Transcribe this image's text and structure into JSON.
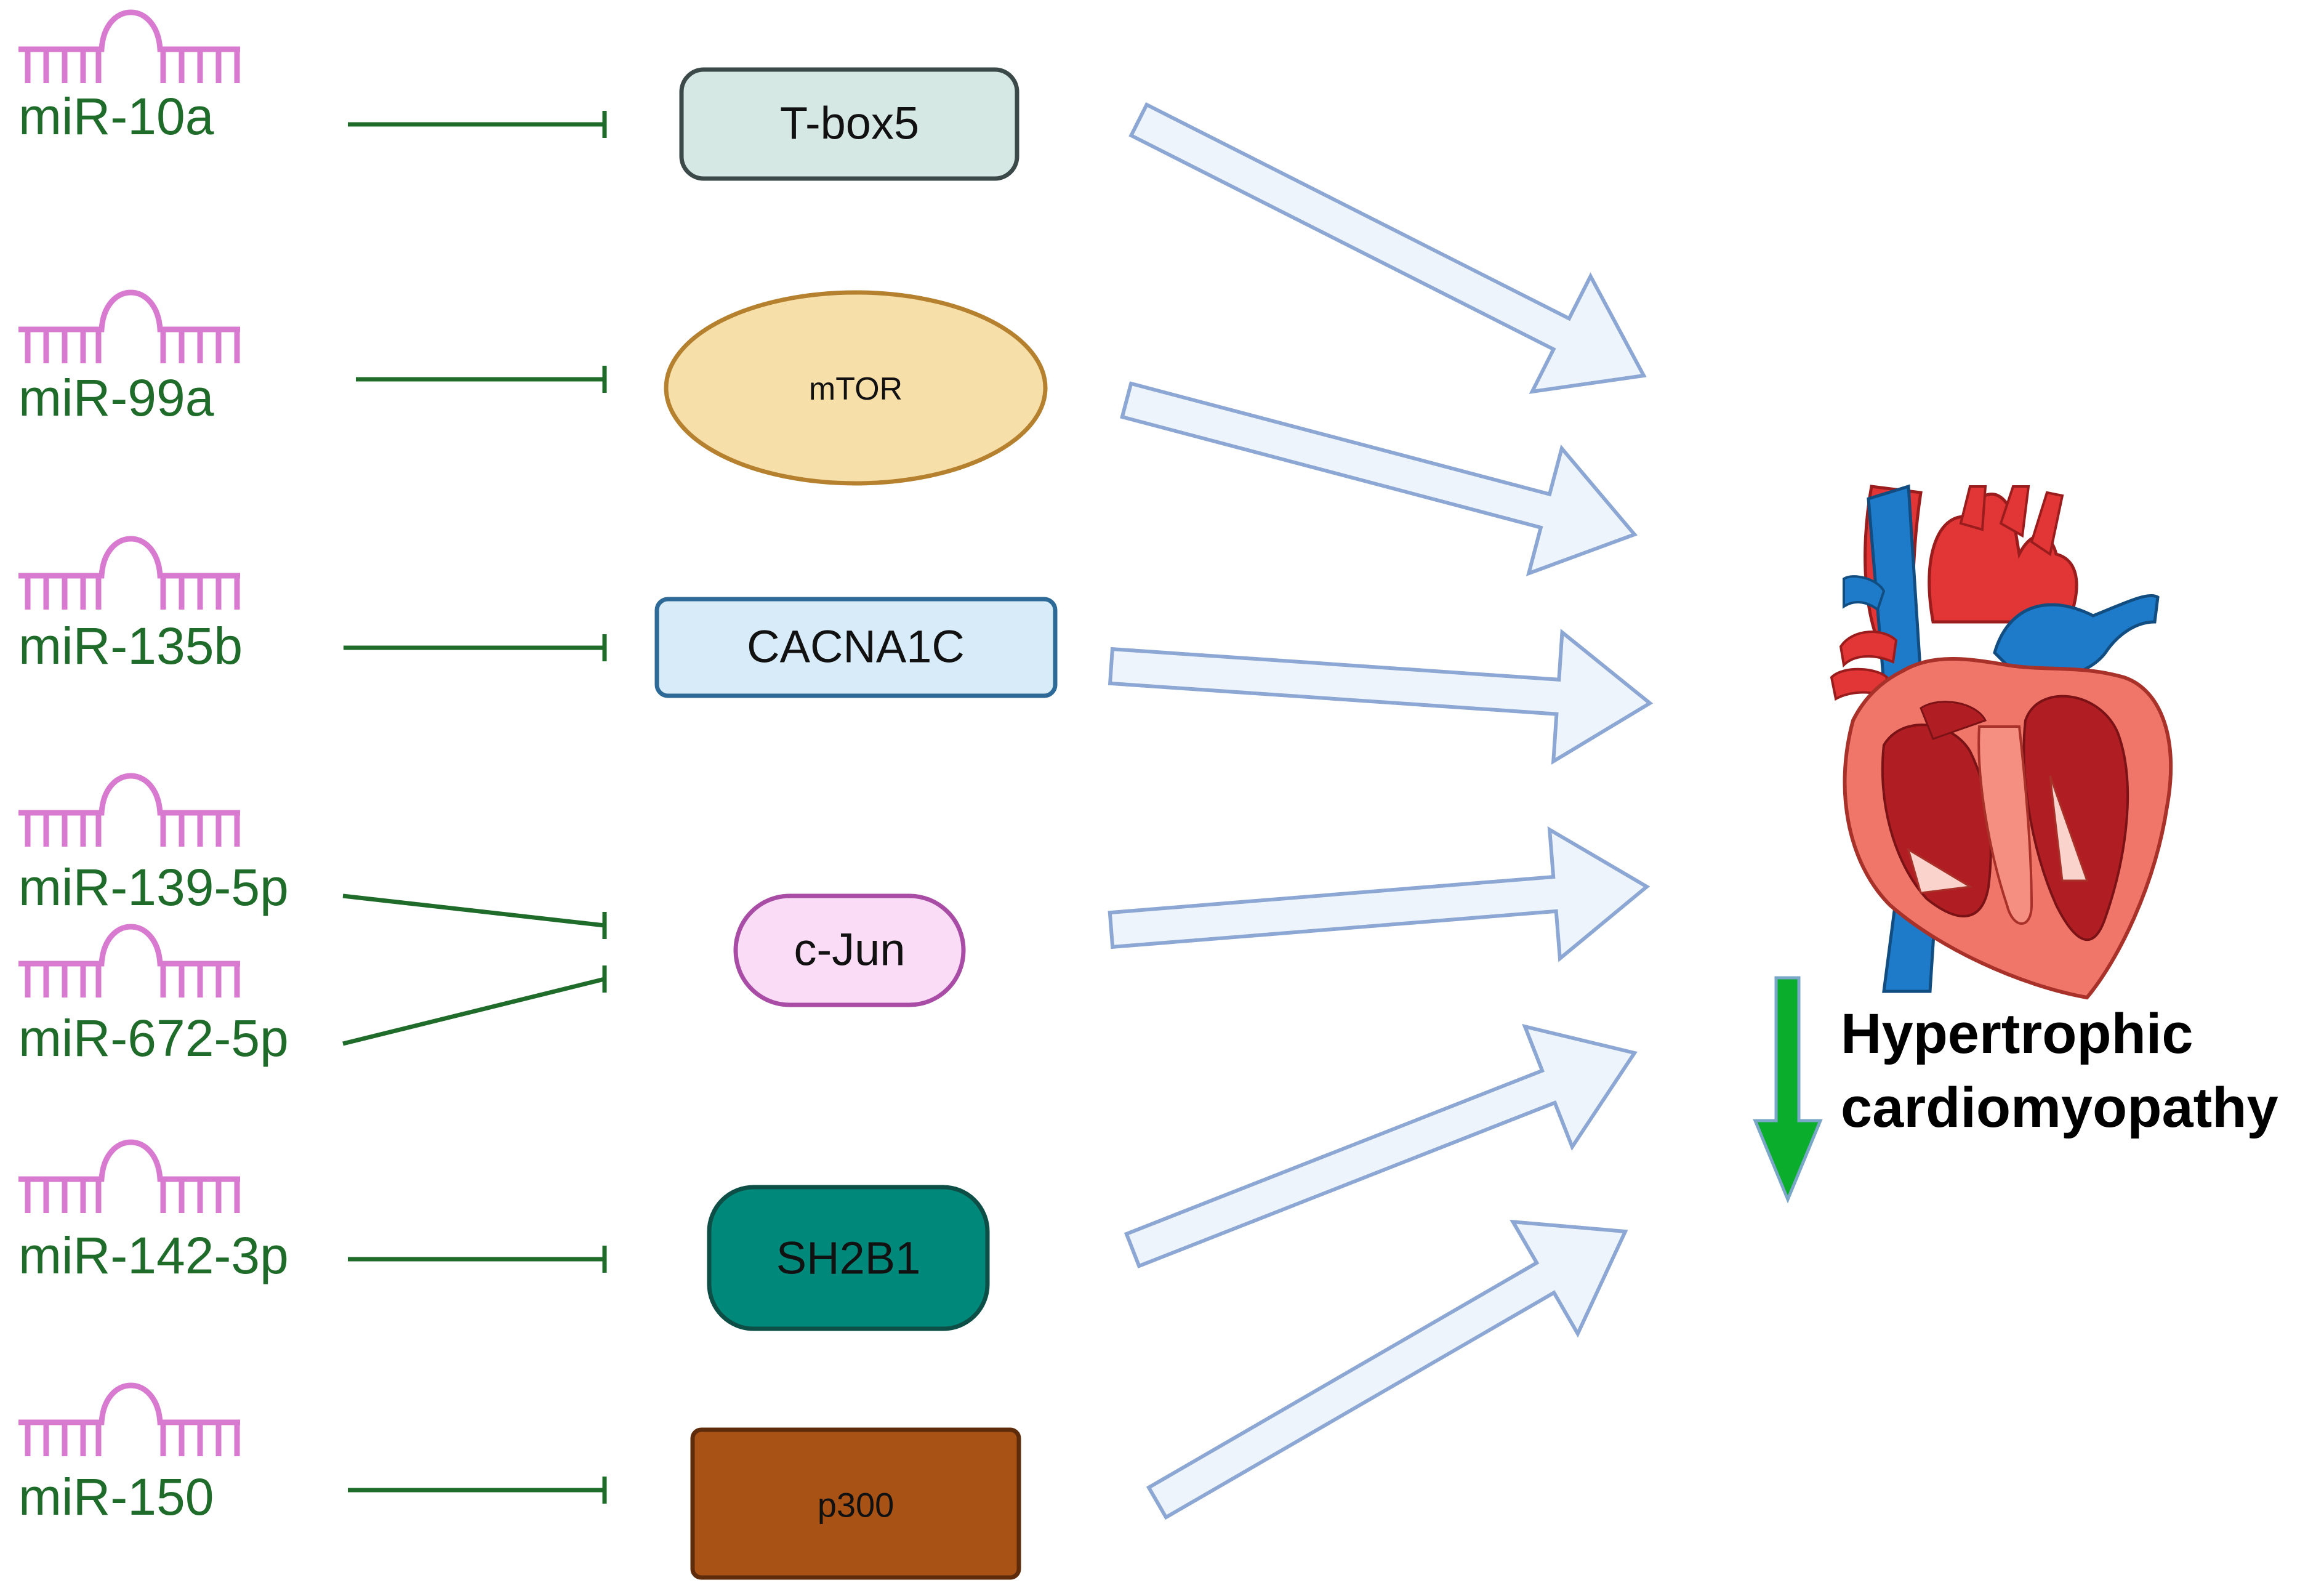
{
  "mirnas": [
    {
      "label": "miR-10a"
    },
    {
      "label": "miR-99a"
    },
    {
      "label": "miR-135b"
    },
    {
      "label": "miR-139-5p"
    },
    {
      "label": "miR-672-5p"
    },
    {
      "label": "miR-142-3p"
    },
    {
      "label": "miR-150"
    }
  ],
  "targets": [
    {
      "label": "T-box5",
      "shape": "rounded-rect",
      "fill": "#d5e8e4",
      "stroke": "#3b4a48",
      "text_color": "#111111"
    },
    {
      "label": "mTOR",
      "shape": "ellipse",
      "fill": "#f7dfaa",
      "stroke": "#b5812f",
      "text_color": "#111111"
    },
    {
      "label": "CACNA1C",
      "shape": "rounded-rect",
      "fill": "#d7ecf8",
      "stroke": "#2e6a97",
      "text_color": "#111111"
    },
    {
      "label": "c-Jun",
      "shape": "pill",
      "fill": "#fadcf6",
      "stroke": "#a94ca6",
      "text_color": "#111111"
    },
    {
      "label": "SH2B1",
      "shape": "rounded-rect",
      "fill": "#00897b",
      "stroke": "#0d4f47",
      "text_color": "#ffffff"
    },
    {
      "label": "p300",
      "shape": "rounded-rect",
      "fill": "#a85216",
      "stroke": "#5e2c0a",
      "text_color": "#ffffff"
    }
  ],
  "outcome": {
    "line1": "Hypertrophic",
    "line2": "cardiomyopathy"
  },
  "colors": {
    "mirna_icon": "#d77ad0",
    "mirna_text": "#1f6b2a",
    "inhibition_line": "#1f6b2a",
    "promotion_arrow_fill": "#eef4fc",
    "promotion_arrow_stroke": "#8ca7d3",
    "down_arrow": "#0aad2c"
  },
  "icons": {
    "mirna": "mirna-hairpin-icon",
    "heart": "heart-anatomy-icon",
    "down_arrow": "down-arrow-icon"
  }
}
